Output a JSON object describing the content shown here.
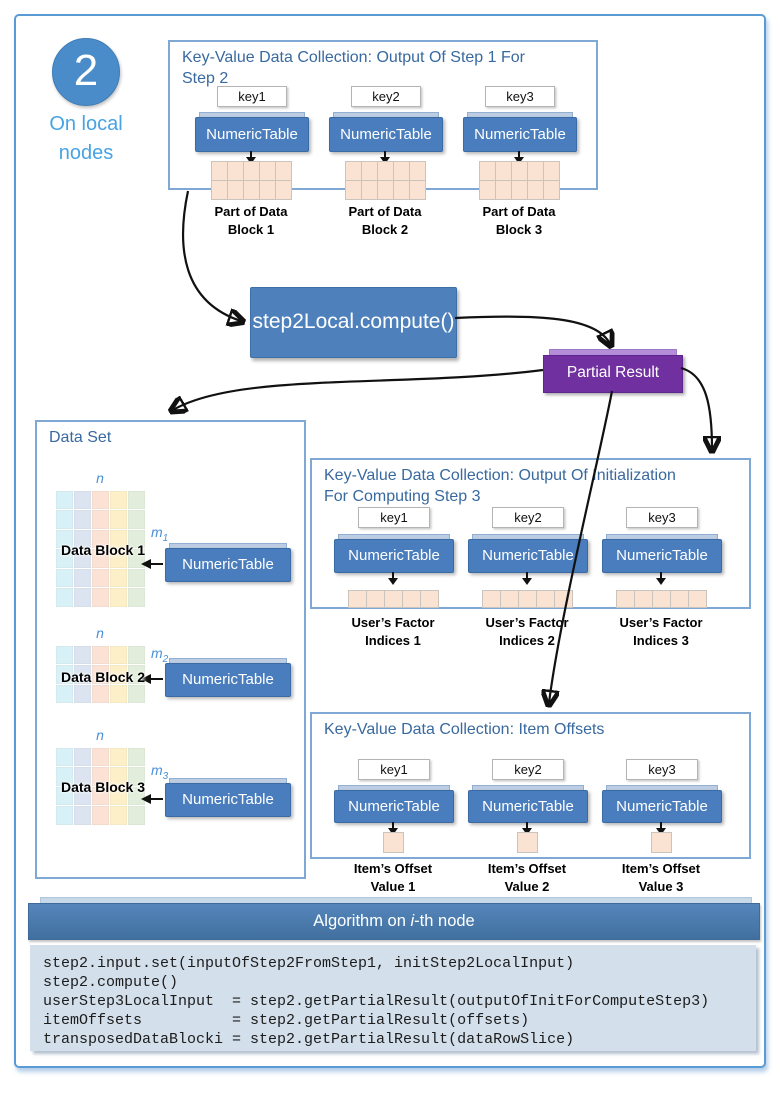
{
  "badge": {
    "number": "2",
    "caption": "On local\nnodes"
  },
  "top_collection": {
    "title": "Key-Value Data Collection: Output Of Step 1 For\nStep 2",
    "groups": [
      {
        "key": "key1",
        "table": "NumericTable",
        "grid": {
          "rows": 2,
          "cols": 5
        },
        "label": "Part of Data\nBlock 1"
      },
      {
        "key": "key2",
        "table": "NumericTable",
        "grid": {
          "rows": 2,
          "cols": 5
        },
        "label": "Part of Data\nBlock 2"
      },
      {
        "key": "key3",
        "table": "NumericTable",
        "grid": {
          "rows": 2,
          "cols": 5
        },
        "label": "Part of Data\nBlock 3"
      }
    ]
  },
  "compute_box": {
    "label": "step2Local.compute()"
  },
  "partial_result": {
    "label": "Partial Result"
  },
  "data_set": {
    "title": "Data Set",
    "n_label": "n",
    "column_colors": [
      "#d8f1f6",
      "#dbe4f0",
      "#fbe2d4",
      "#fdf0c9",
      "#e2eedb"
    ],
    "blocks": [
      {
        "name": "Data Block 1",
        "m_base": "m",
        "m_sub": "1",
        "rows": 6,
        "cols": 5,
        "table": "NumericTable"
      },
      {
        "name": "Data Block 2",
        "m_base": "m",
        "m_sub": "2",
        "rows": 3,
        "cols": 5,
        "table": "NumericTable"
      },
      {
        "name": "Data Block 3",
        "m_base": "m",
        "m_sub": "3",
        "rows": 4,
        "cols": 5,
        "table": "NumericTable"
      }
    ]
  },
  "init_collection": {
    "title": "Key-Value Data Collection: Output Of Initialization\nFor Computing Step 3",
    "groups": [
      {
        "key": "key1",
        "table": "NumericTable",
        "cells": 5,
        "label": "User’s Factor\nIndices 1"
      },
      {
        "key": "key2",
        "table": "NumericTable",
        "cells": 5,
        "label": "User’s Factor\nIndices 2"
      },
      {
        "key": "key3",
        "table": "NumericTable",
        "cells": 5,
        "label": "User’s Factor\nIndices 3"
      }
    ]
  },
  "offsets_collection": {
    "title": "Key-Value Data Collection: Item Offsets",
    "groups": [
      {
        "key": "key1",
        "table": "NumericTable",
        "cells": 1,
        "label": "Item’s Offset\nValue 1"
      },
      {
        "key": "key2",
        "table": "NumericTable",
        "cells": 1,
        "label": "Item’s Offset\nValue 2"
      },
      {
        "key": "key3",
        "table": "NumericTable",
        "cells": 1,
        "label": "Item’s Offset\nValue 3"
      }
    ]
  },
  "algorithm": {
    "header": {
      "prefix": "Algorithm on ",
      "italic": "i",
      "suffix": "-th node"
    },
    "lines": [
      "step2.input.set(inputOfStep2FromStep1, initStep2LocalInput)",
      "step2.compute()",
      "userStep3LocalInput  = step2.getPartialResult(outputOfInitForComputeStep3)",
      "itemOffsets          = step2.getPartialResult(offsets)",
      "transposedDataBlocki = step2.getPartialResult(dataRowSlice)"
    ]
  },
  "colors": {
    "frame_blue": "#5b9bd5",
    "numeric_table_blue": "#4a7dbd",
    "compute_blue": "#4e81bc",
    "partial_purple": "#7030a0",
    "badge_blue": "#4a8cc9",
    "caption_blue": "#47a3e3",
    "title_blue": "#38699f",
    "cell_peach": "#fae3d3",
    "header_bar_blue": "#4a7bae",
    "code_background": "#d3dfeb"
  }
}
